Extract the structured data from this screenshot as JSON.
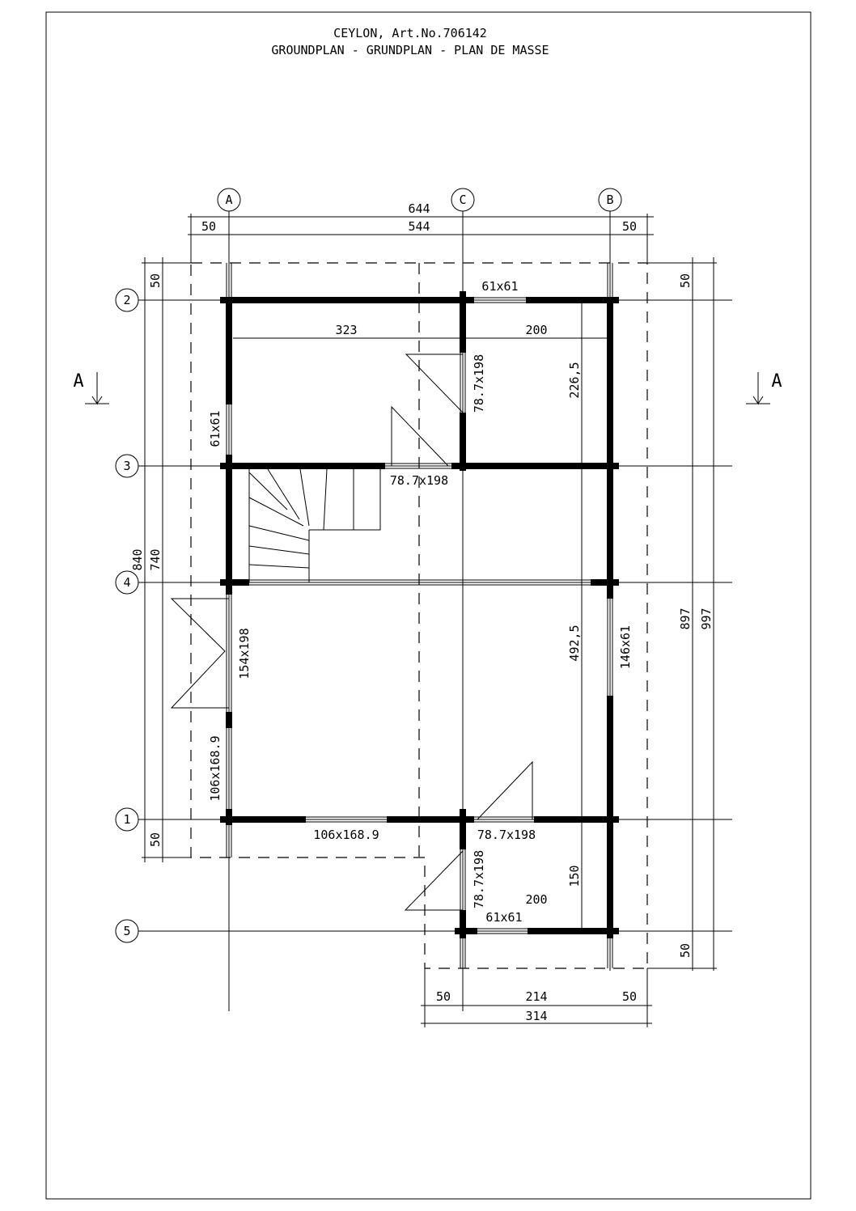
{
  "title": {
    "line1": "CEYLON, Art.No.706142",
    "line2": "GROUNDPLAN - GRUNDPLAN - PLAN DE MASSE"
  },
  "axes": {
    "columns": [
      "A",
      "C",
      "B"
    ],
    "rows": [
      "2",
      "3",
      "4",
      "1",
      "5"
    ]
  },
  "section_marks": [
    "A",
    "A"
  ],
  "dimensions": {
    "top_total": "644",
    "top_inner": "544",
    "top_left": "50",
    "top_right": "50",
    "left_total": "840",
    "left_inner": "740",
    "left_top": "50",
    "left_bottom": "50",
    "right_total": "997",
    "right_inner": "897",
    "right_top": "50",
    "right_bottom": "50",
    "bottom_total": "314",
    "bottom_inner": "214",
    "bottom_left": "50",
    "bottom_right": "50",
    "room_width_left": "323",
    "room_width_right": "200",
    "terrace_width": "200",
    "height_upper": "226,5",
    "height_lower": "492,5",
    "height_terrace": "150"
  },
  "openings": {
    "top_window": "61x61",
    "left_window_upper": "61x61",
    "inner_door_vertical": "78.7x198",
    "inner_door_horizontal": "78.7x198",
    "left_door": "154x198",
    "left_window_lower": "106x168.9",
    "bottom_window": "106x168.9",
    "front_door": "78.7x198",
    "terrace_door": "78.7x198",
    "terrace_window": "61x61",
    "right_window": "146x61"
  }
}
